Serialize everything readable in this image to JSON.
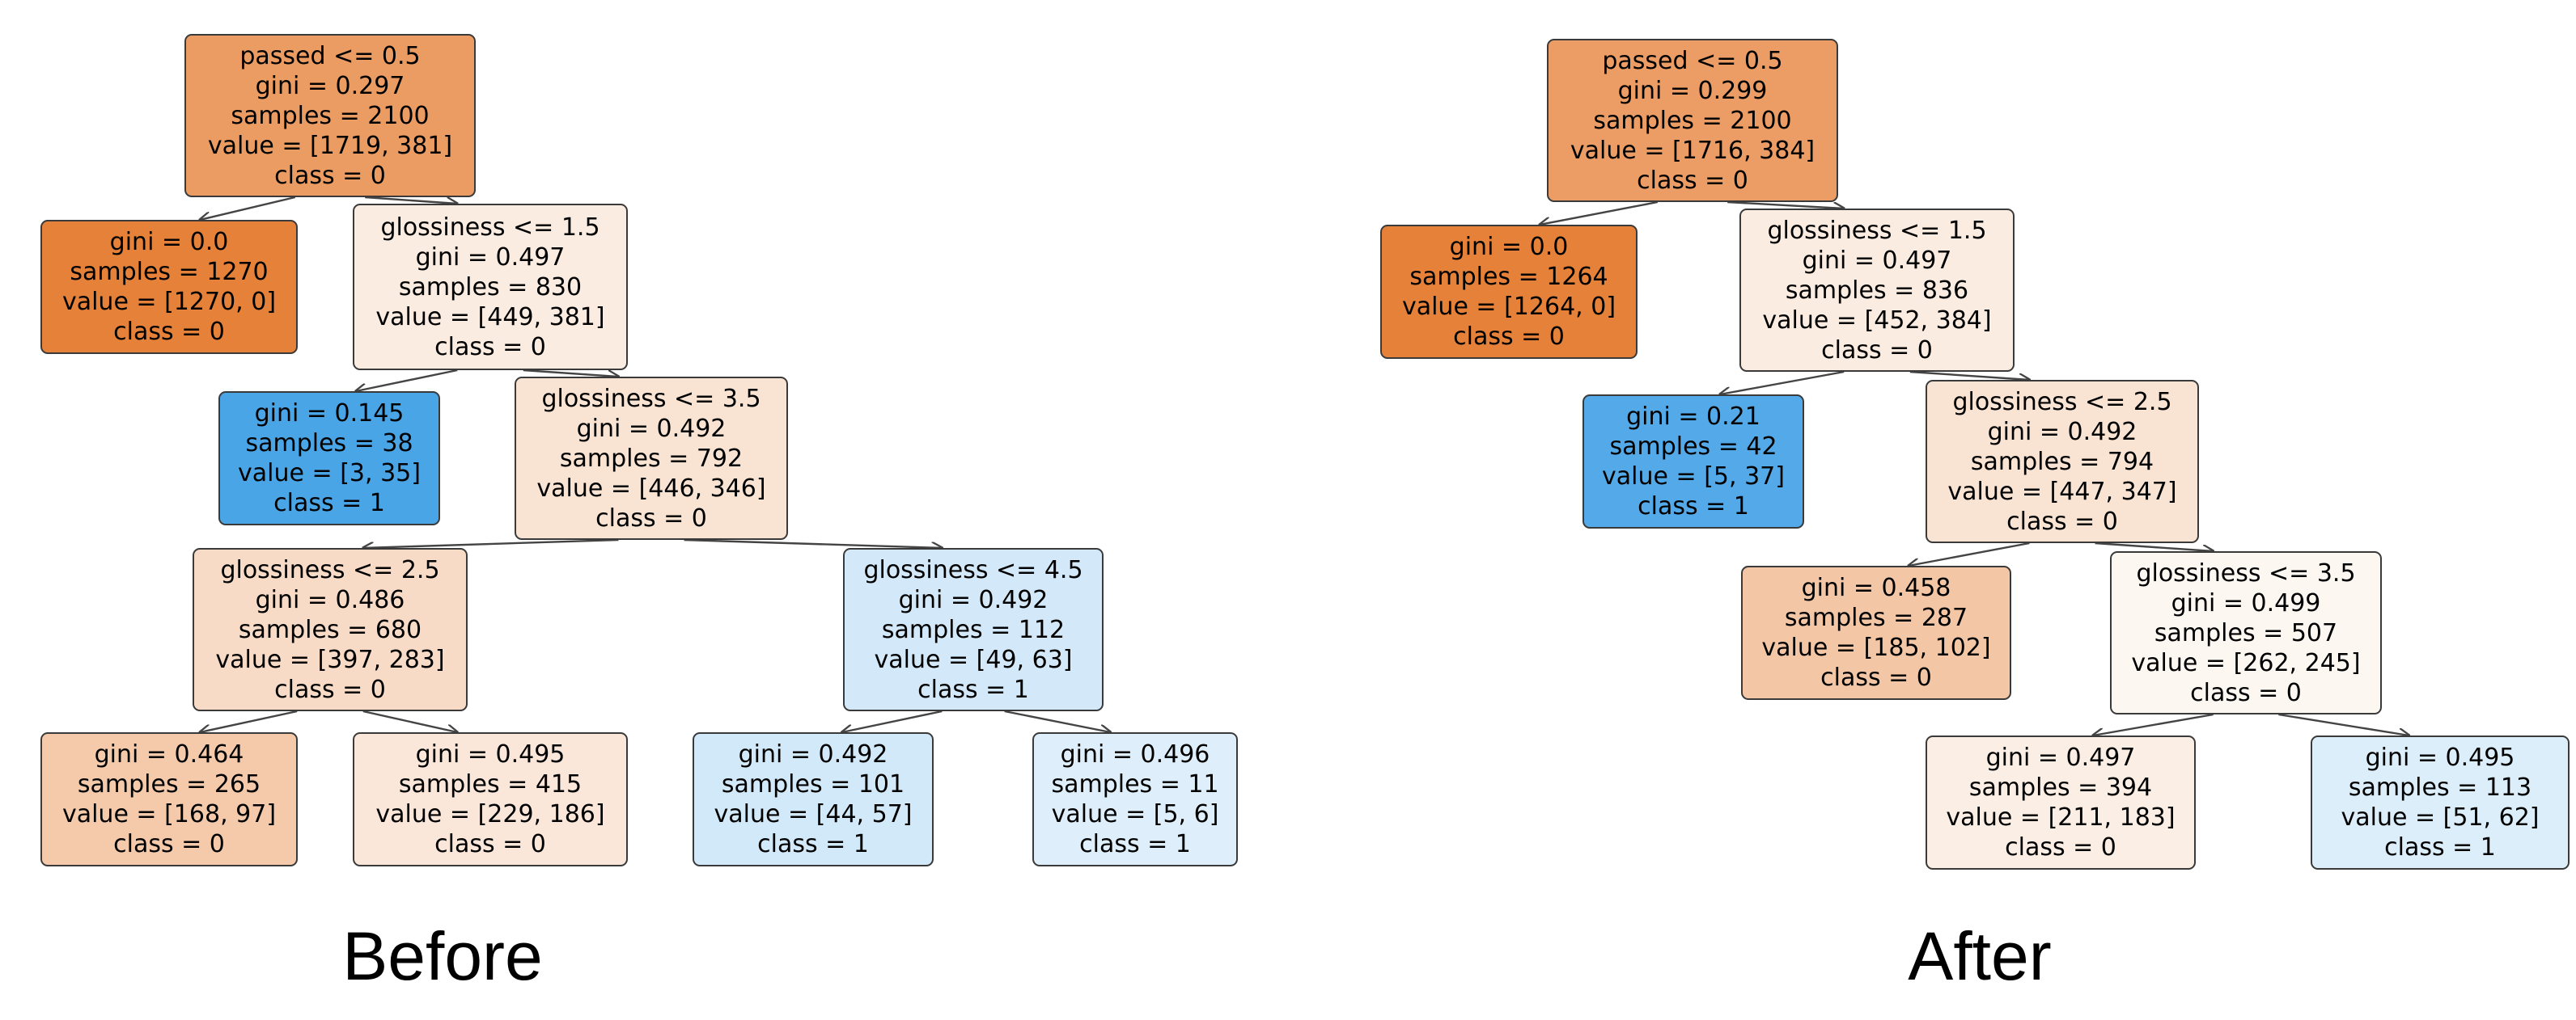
{
  "trees": [
    {
      "id": "before",
      "caption": "Before",
      "nodes": [
        {
          "id": "b0",
          "lines": [
            "passed <= 0.5",
            "gini = 0.297",
            "samples = 2100",
            "value = [1719, 381]",
            "class = 0"
          ],
          "fill": "#eb9c63"
        },
        {
          "id": "b1",
          "lines": [
            "gini = 0.0",
            "samples = 1270",
            "value = [1270, 0]",
            "class = 0"
          ],
          "fill": "#e58139"
        },
        {
          "id": "b2",
          "lines": [
            "glossiness <= 1.5",
            "gini = 0.497",
            "samples = 830",
            "value = [449, 381]",
            "class = 0"
          ],
          "fill": "#fbece1"
        },
        {
          "id": "b3",
          "lines": [
            "gini = 0.145",
            "samples = 38",
            "value = [3, 35]",
            "class = 1"
          ],
          "fill": "#4aa5e7"
        },
        {
          "id": "b4",
          "lines": [
            "glossiness <= 3.5",
            "gini = 0.492",
            "samples = 792",
            "value = [446, 346]",
            "class = 0"
          ],
          "fill": "#f9e3d3"
        },
        {
          "id": "b5",
          "lines": [
            "glossiness <= 2.5",
            "gini = 0.486",
            "samples = 680",
            "value = [397, 283]",
            "class = 0"
          ],
          "fill": "#f8dbc6"
        },
        {
          "id": "b6",
          "lines": [
            "glossiness <= 4.5",
            "gini = 0.492",
            "samples = 112",
            "value = [49, 63]",
            "class = 1"
          ],
          "fill": "#d3e9f9"
        },
        {
          "id": "b7",
          "lines": [
            "gini = 0.464",
            "samples = 265",
            "value = [168, 97]",
            "class = 0"
          ],
          "fill": "#f4caab"
        },
        {
          "id": "b8",
          "lines": [
            "gini = 0.495",
            "samples = 415",
            "value = [229, 186]",
            "class = 0"
          ],
          "fill": "#fae7da"
        },
        {
          "id": "b9",
          "lines": [
            "gini = 0.492",
            "samples = 101",
            "value = [44, 57]",
            "class = 1"
          ],
          "fill": "#d2e9f9"
        },
        {
          "id": "b10",
          "lines": [
            "gini = 0.496",
            "samples = 11",
            "value = [5, 6]",
            "class = 1"
          ],
          "fill": "#deeffb"
        }
      ]
    },
    {
      "id": "after",
      "caption": "After",
      "nodes": [
        {
          "id": "a0",
          "lines": [
            "passed <= 0.5",
            "gini = 0.299",
            "samples = 2100",
            "value = [1716, 384]",
            "class = 0"
          ],
          "fill": "#eb9d65"
        },
        {
          "id": "a1",
          "lines": [
            "gini = 0.0",
            "samples = 1264",
            "value = [1264, 0]",
            "class = 0"
          ],
          "fill": "#e58139"
        },
        {
          "id": "a2",
          "lines": [
            "glossiness <= 1.5",
            "gini = 0.497",
            "samples = 836",
            "value = [452, 384]",
            "class = 0"
          ],
          "fill": "#fbece1"
        },
        {
          "id": "a3",
          "lines": [
            "gini = 0.21",
            "samples = 42",
            "value = [5, 37]",
            "class = 1"
          ],
          "fill": "#54aae9"
        },
        {
          "id": "a4",
          "lines": [
            "glossiness <= 2.5",
            "gini = 0.492",
            "samples = 794",
            "value = [447, 347]",
            "class = 0"
          ],
          "fill": "#f9e3d3"
        },
        {
          "id": "a5",
          "lines": [
            "gini = 0.458",
            "samples = 287",
            "value = [185, 102]",
            "class = 0"
          ],
          "fill": "#f3c6a6"
        },
        {
          "id": "a6",
          "lines": [
            "glossiness <= 3.5",
            "gini = 0.499",
            "samples = 507",
            "value = [262, 245]",
            "class = 0"
          ],
          "fill": "#fdf7f2"
        },
        {
          "id": "a7",
          "lines": [
            "gini = 0.497",
            "samples = 394",
            "value = [211, 183]",
            "class = 0"
          ],
          "fill": "#fbeee4"
        },
        {
          "id": "a8",
          "lines": [
            "gini = 0.495",
            "samples = 113",
            "value = [51, 62]",
            "class = 1"
          ],
          "fill": "#dceefa"
        }
      ]
    }
  ]
}
